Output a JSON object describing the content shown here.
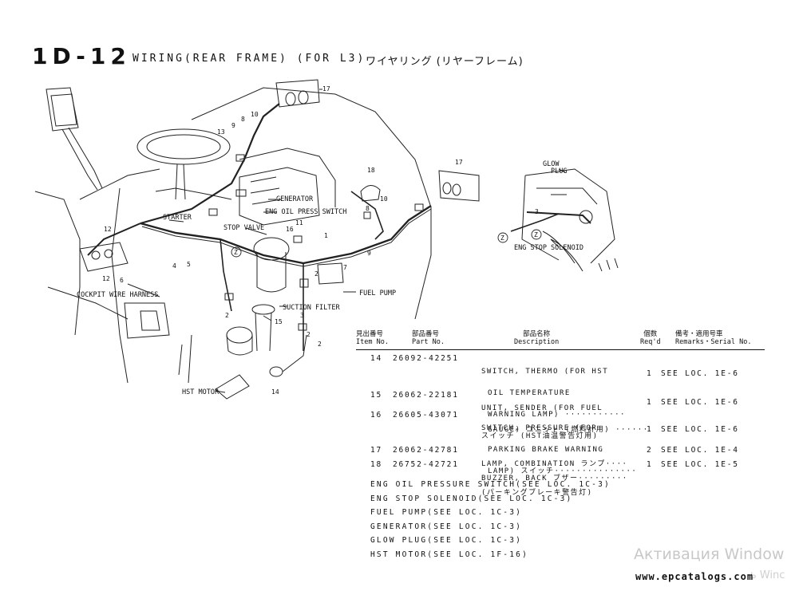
{
  "header": {
    "section": "1D-12",
    "title": "WIRING(REAR FRAME) (FOR L3)",
    "title_jp": "ワイヤリング (リヤーフレーム)"
  },
  "diagram_labels": {
    "generator": "GENERATOR",
    "eng_oil_press_switch": "ENG OIL PRESS SWITCH",
    "starter": "STARTER",
    "stop_valve": "STOP VALVE",
    "cockpit_wire_harness": "COCKPIT WIRE HARNESS",
    "suction_filter": "SUCTION FILTER",
    "fuel_pump": "FUEL PUMP",
    "hst_motor": "HST MOTOR",
    "glow": "GLOW",
    "plug": "PLUG",
    "eng_stop_solenoid": "ENG STOP SOLENOID",
    "z_mark": "Z"
  },
  "callouts": {
    "c17a": "17",
    "c17b": "17",
    "c13": "13",
    "c9a": "9",
    "c8a": "8",
    "c10a": "10",
    "c18": "18",
    "c10b": "10",
    "c8b": "8",
    "c9b": "9",
    "c11": "11",
    "c16": "16",
    "c1": "1",
    "c7": "7",
    "c12a": "12",
    "c12b": "12",
    "c6": "6",
    "c4": "4",
    "c5": "5",
    "c2a": "2",
    "c2b": "2",
    "c15": "15",
    "c3": "3",
    "c2c": "2",
    "c14": "14",
    "c2d": "2",
    "c3b": "3"
  },
  "table": {
    "headers": {
      "item_jp": "見出番号",
      "item_en": "Item No.",
      "part_jp": "部品番号",
      "part_en": "Part No.",
      "desc_jp": "部品名称",
      "desc_en": "Description",
      "req_jp": "個数",
      "req_en": "Req'd",
      "rem_jp": "備考・適用号車",
      "rem_en": "Remarks・Serial No."
    },
    "rows": [
      {
        "item": "14",
        "part": "26092-42251",
        "desc": [
          "SWITCH, THERMO (FOR HST",
          "OIL TEMPERATURE",
          "WARNING LAMP) ···········",
          "スイッチ (HST油温警告灯用)"
        ],
        "req": "1",
        "remarks": "SEE LOC. 1E-6"
      },
      {
        "item": "15",
        "part": "26062-22181",
        "desc": [
          "UNIT, SENDER (FOR FUEL",
          "GAUGE) ユニット (燃料計用) ······"
        ],
        "req": "1",
        "remarks": "SEE LOC. 1E-6"
      },
      {
        "item": "16",
        "part": "26605-43071",
        "desc": [
          "SWITCH, PRESSURE (FOR",
          "PARKING BRAKE WARNING",
          "LAMP) スイッチ···············",
          "(パーキングブレーキ警告灯)"
        ],
        "req": "1",
        "remarks": "SEE LOC. 1E-6"
      },
      {
        "item": "17",
        "part": "26062-42781",
        "desc": [
          "LAMP, COMBINATION ランプ····"
        ],
        "req": "2",
        "remarks": "SEE LOC. 1E-4"
      },
      {
        "item": "18",
        "part": "26752-42721",
        "desc": [
          "BUZZER, BACK ブザー·········"
        ],
        "req": "1",
        "remarks": "SEE LOC. 1E-5"
      }
    ]
  },
  "references": [
    "ENG OIL PRESSURE SWITCH(SEE LOC. 1C-3)",
    "ENG STOP SOLENOID(SEE LOC. 1C-3)",
    "FUEL PUMP(SEE LOC. 1C-3)",
    "GENERATOR(SEE LOC. 1C-3)",
    "GLOW PLUG(SEE LOC. 1C-3)",
    "HST MOTOR(SEE LOC. 1F-16)"
  ],
  "watermark": {
    "line1": "Активация Window",
    "line2": "ь Winc"
  },
  "footer": {
    "site": "www.epcatalogs.com"
  }
}
